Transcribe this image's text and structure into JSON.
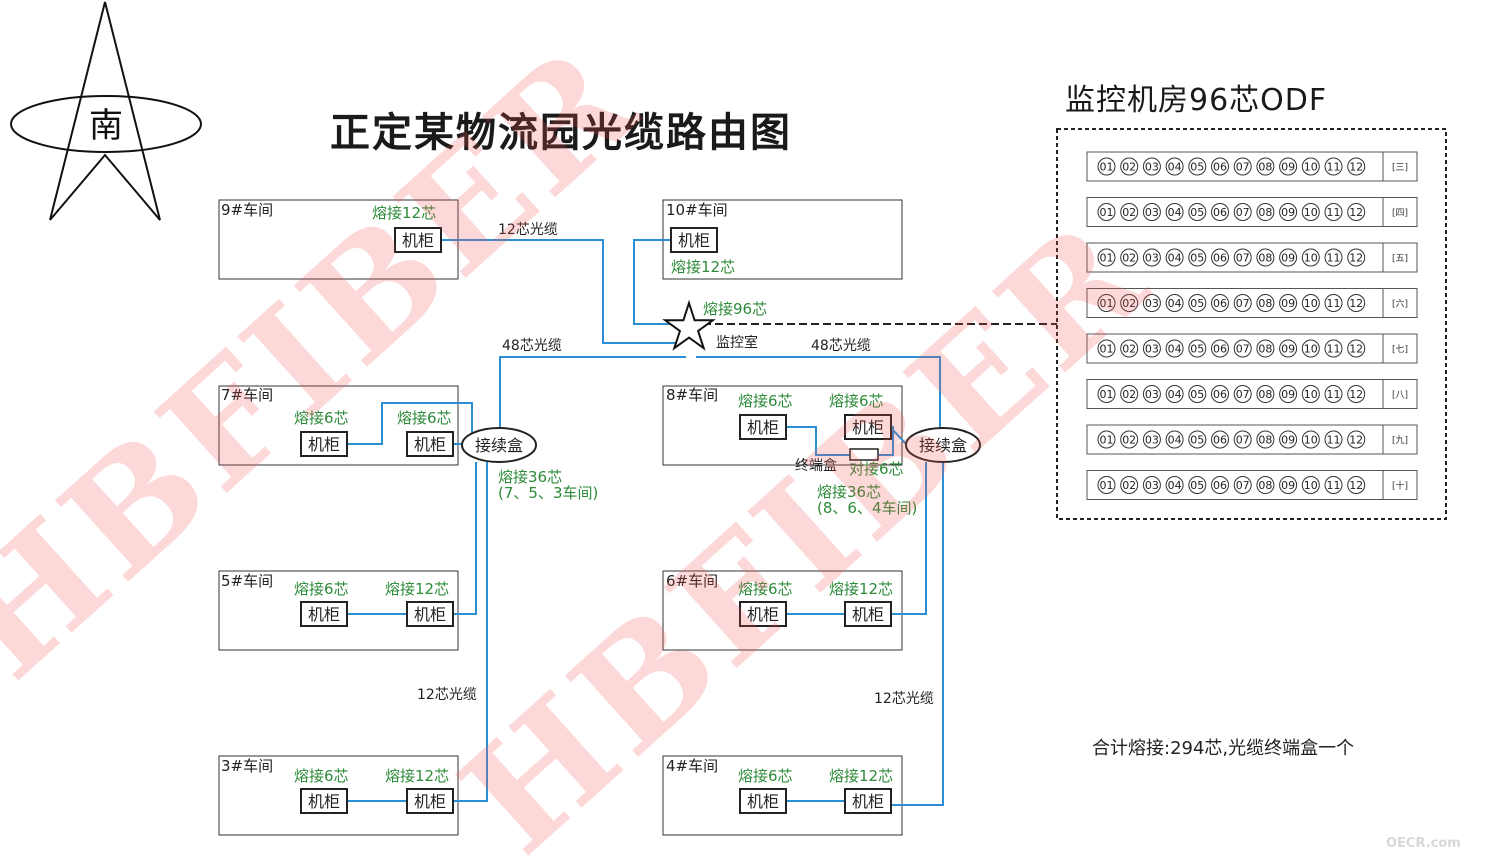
{
  "title": "正定某物流园光缆路由图",
  "compass": {
    "label": "南"
  },
  "control_room": {
    "label": "监控室",
    "fusion": "熔接96芯"
  },
  "workshops": {
    "w9": {
      "name": "9#车间",
      "fusion": "熔接12芯",
      "cabinet": "机柜"
    },
    "w10": {
      "name": "10#车间",
      "fusion": "熔接12芯",
      "cabinet": "机柜"
    },
    "w7": {
      "name": "7#车间",
      "fusion_a": "熔接6芯",
      "fusion_b": "熔接6芯",
      "cabinet_a": "机柜",
      "cabinet_b": "机柜"
    },
    "w8": {
      "name": "8#车间",
      "fusion_a": "熔接6芯",
      "fusion_b": "熔接6芯",
      "cabinet_a": "机柜",
      "cabinet_b": "机柜"
    },
    "w5": {
      "name": "5#车间",
      "fusion_a": "熔接6芯",
      "fusion_b": "熔接12芯",
      "cabinet_a": "机柜",
      "cabinet_b": "机柜"
    },
    "w6": {
      "name": "6#车间",
      "fusion_a": "熔接6芯",
      "fusion_b": "熔接12芯",
      "cabinet_a": "机柜",
      "cabinet_b": "机柜"
    },
    "w3": {
      "name": "3#车间",
      "fusion_a": "熔接6芯",
      "fusion_b": "熔接12芯",
      "cabinet_a": "机柜",
      "cabinet_b": "机柜"
    },
    "w4": {
      "name": "4#车间",
      "fusion_a": "熔接6芯",
      "fusion_b": "熔接12芯",
      "cabinet_a": "机柜",
      "cabinet_b": "机柜"
    }
  },
  "cables": {
    "c12_top": "12芯光缆",
    "c48_left": "48芯光缆",
    "c48_right": "48芯光缆",
    "c12_left": "12芯光缆",
    "c12_right": "12芯光缆"
  },
  "splice_left": {
    "label": "接续盒",
    "fusion": "熔接36芯",
    "note": "(7、5、3车间)"
  },
  "splice_right": {
    "label": "接续盒",
    "fusion": "熔接36芯",
    "note": "(8、6、4车间)"
  },
  "terminal_box": {
    "label": "终端盒",
    "note": "对接6芯"
  },
  "odf": {
    "title": "监控机房96芯ODF",
    "ports": [
      "01",
      "02",
      "03",
      "04",
      "05",
      "06",
      "07",
      "08",
      "09",
      "10",
      "11",
      "12"
    ],
    "rows": [
      "[三]",
      "[四]",
      "[五]",
      "[六]",
      "[七]",
      "[八]",
      "[九]",
      "[十]"
    ]
  },
  "total": "合计熔接:294芯,光缆终端盒一个",
  "watermarks": [
    "HBFIBER",
    "HBFIBER"
  ],
  "site_mark": "OECR.com",
  "colors": {
    "cable": "#2b8fd6",
    "fusion_text": "#2e8b3a",
    "watermark": "#f25454"
  }
}
